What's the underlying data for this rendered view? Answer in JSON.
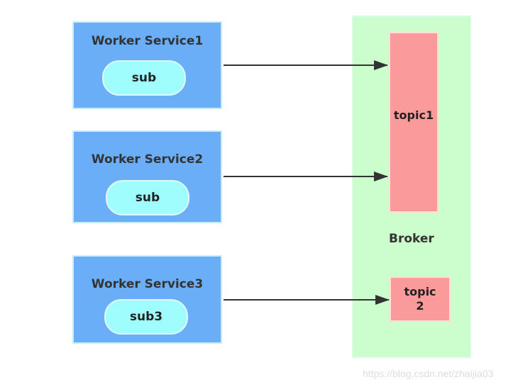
{
  "workers": [
    {
      "title": "Worker Service1",
      "sub": "sub"
    },
    {
      "title": "Worker Service2",
      "sub": "sub"
    },
    {
      "title": "Worker Service3",
      "sub": "sub3"
    }
  ],
  "broker": {
    "label": "Broker",
    "topics": [
      {
        "label": "topic1"
      },
      {
        "line1": "topic",
        "line2": "2"
      }
    ]
  },
  "watermark": "https://blog.csdn.net/zhaijia03",
  "colors": {
    "worker": "#6aaef8",
    "sub": "#9ffdfd",
    "broker": "#ccfdcc",
    "topic": "#fb9a9a",
    "arrow": "#333333"
  }
}
